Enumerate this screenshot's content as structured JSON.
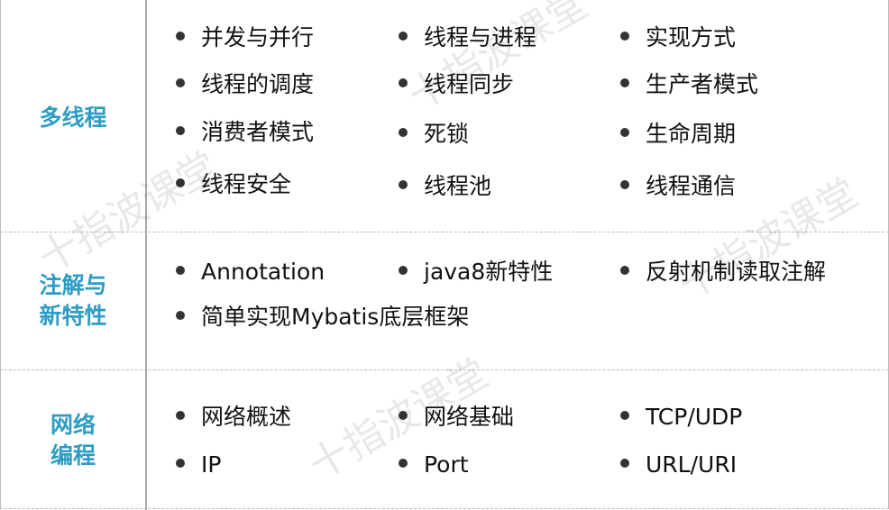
{
  "watermark": "十指波课堂",
  "label_color": "#2e9cc4",
  "sections": [
    {
      "label_lines": [
        "多线程"
      ],
      "items": [
        "并发与并行",
        "线程与进程",
        "实现方式",
        "线程的调度",
        "线程同步",
        "生产者模式",
        "消费者模式",
        "死锁",
        "生命周期",
        "线程安全",
        "线程池",
        "线程通信"
      ]
    },
    {
      "label_lines": [
        "注解与",
        "新特性"
      ],
      "items": [
        "Annotation",
        "java8新特性",
        "反射机制读取注解",
        "简单实现Mybatis底层框架"
      ]
    },
    {
      "label_lines": [
        "网络",
        "编程"
      ],
      "items": [
        "网络概述",
        "网络基础",
        "TCP/UDP",
        "IP",
        "Port",
        "URL/URI"
      ]
    }
  ]
}
